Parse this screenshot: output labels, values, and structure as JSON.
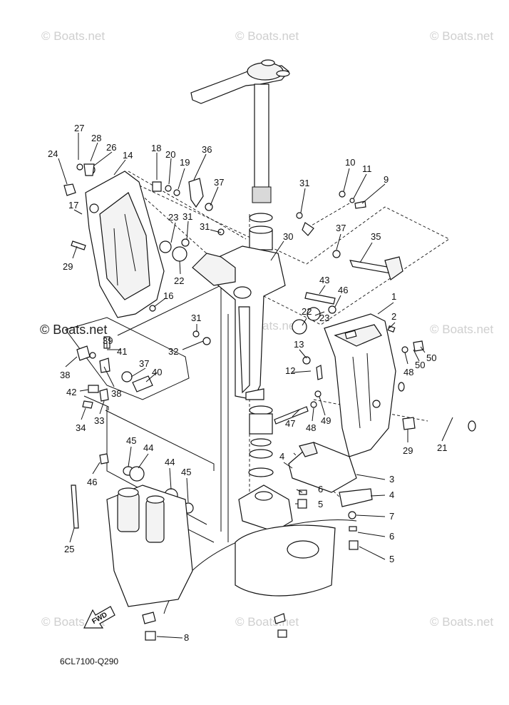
{
  "watermark": {
    "text": "© Boats.net",
    "prominent_text": "© Boats.net"
  },
  "diagram_code": "6CL7100-Q290",
  "fwd_label": "FWD",
  "callouts": {
    "c27": "27",
    "c28": "28",
    "c26": "26",
    "c24": "24",
    "c14": "14",
    "c18": "18",
    "c20": "20",
    "c19": "19",
    "c36": "36",
    "c10": "10",
    "c11": "11",
    "c9": "9",
    "c17": "17",
    "c37a": "37",
    "c31a": "31",
    "c23a": "23",
    "c31b": "31",
    "c31c": "31",
    "c30": "30",
    "c37b": "37",
    "c35": "35",
    "c29a": "29",
    "c22a": "22",
    "c43": "43",
    "c46": "46",
    "c16": "16",
    "c22b": "22",
    "c23b": "23",
    "c1": "1",
    "c2": "2",
    "c31d": "31",
    "c39": "39",
    "c41": "41",
    "c32": "32",
    "c13": "13",
    "c50a": "50",
    "c50b": "50",
    "c48a": "48",
    "c38a": "38",
    "c37c": "37",
    "c40": "40",
    "c12": "12",
    "c42": "42",
    "c38b": "38",
    "c34": "34",
    "c33": "33",
    "c47": "47",
    "c48b": "48",
    "c49": "49",
    "c29b": "29",
    "c21": "21",
    "c45a": "45",
    "c44a": "44",
    "c4a": "4",
    "c3": "3",
    "c46b": "46",
    "c44b": "44",
    "c45b": "45",
    "c6a": "6",
    "c4b": "4",
    "c5a": "5",
    "c7": "7",
    "c25": "25",
    "c6b": "6",
    "c5b": "5",
    "c8": "8"
  }
}
